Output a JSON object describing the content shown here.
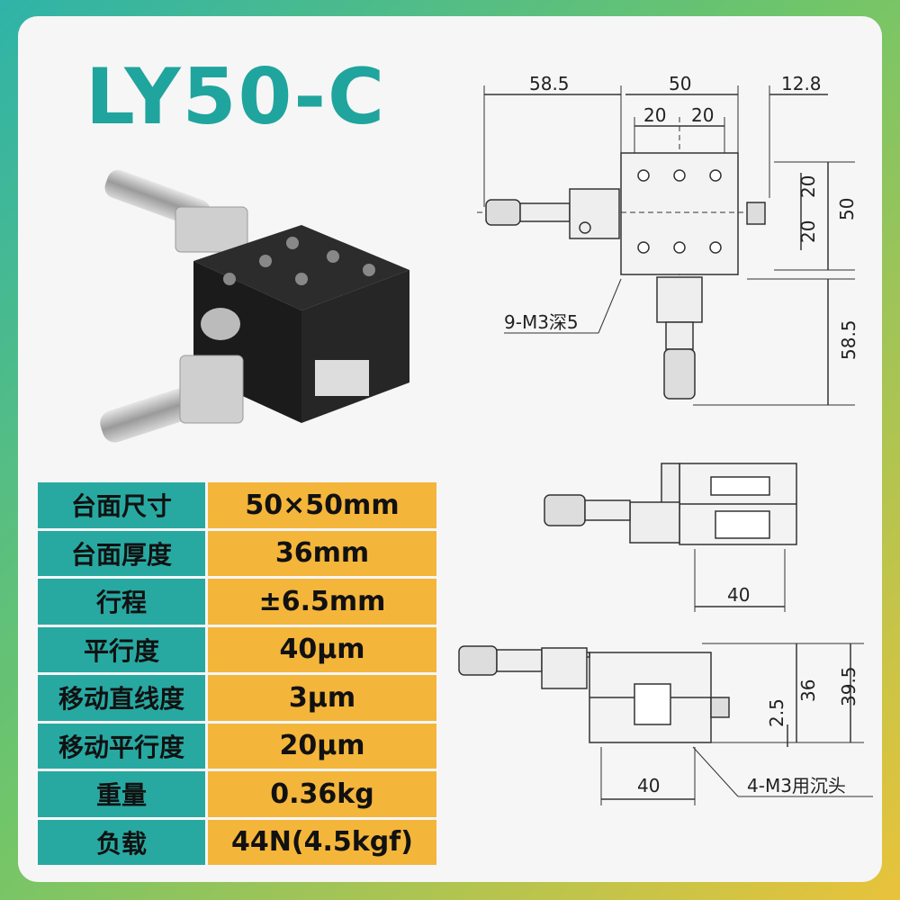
{
  "title": "LY50-C",
  "specs": [
    {
      "label": "台面尺寸",
      "value": "50×50mm"
    },
    {
      "label": "台面厚度",
      "value": "36mm"
    },
    {
      "label": "行程",
      "value": "±6.5mm"
    },
    {
      "label": "平行度",
      "value": "40μm"
    },
    {
      "label": "移动直线度",
      "value": "3μm"
    },
    {
      "label": "移动平行度",
      "value": "20μm"
    },
    {
      "label": "重量",
      "value": "0.36kg"
    },
    {
      "label": "负载",
      "value": "44N(4.5kgf)"
    }
  ],
  "dimensions": {
    "top_left": "58.5",
    "top_mid": "50",
    "top_right": "12.8",
    "hole_a": "20",
    "hole_b": "20",
    "right_a": "20",
    "right_b": "20",
    "right_total": "50",
    "right_lower": "58.5",
    "holes_note": "9-M3深5",
    "mid_40": "40",
    "bottom_40": "40",
    "h_2_5": "2.5",
    "h_36": "36",
    "h_39_5": "39.5",
    "counterbore_note": "4-M3用沉头"
  },
  "colors": {
    "teal": "#27a9a2",
    "orange": "#f4b53b",
    "title": "#20a49e"
  }
}
